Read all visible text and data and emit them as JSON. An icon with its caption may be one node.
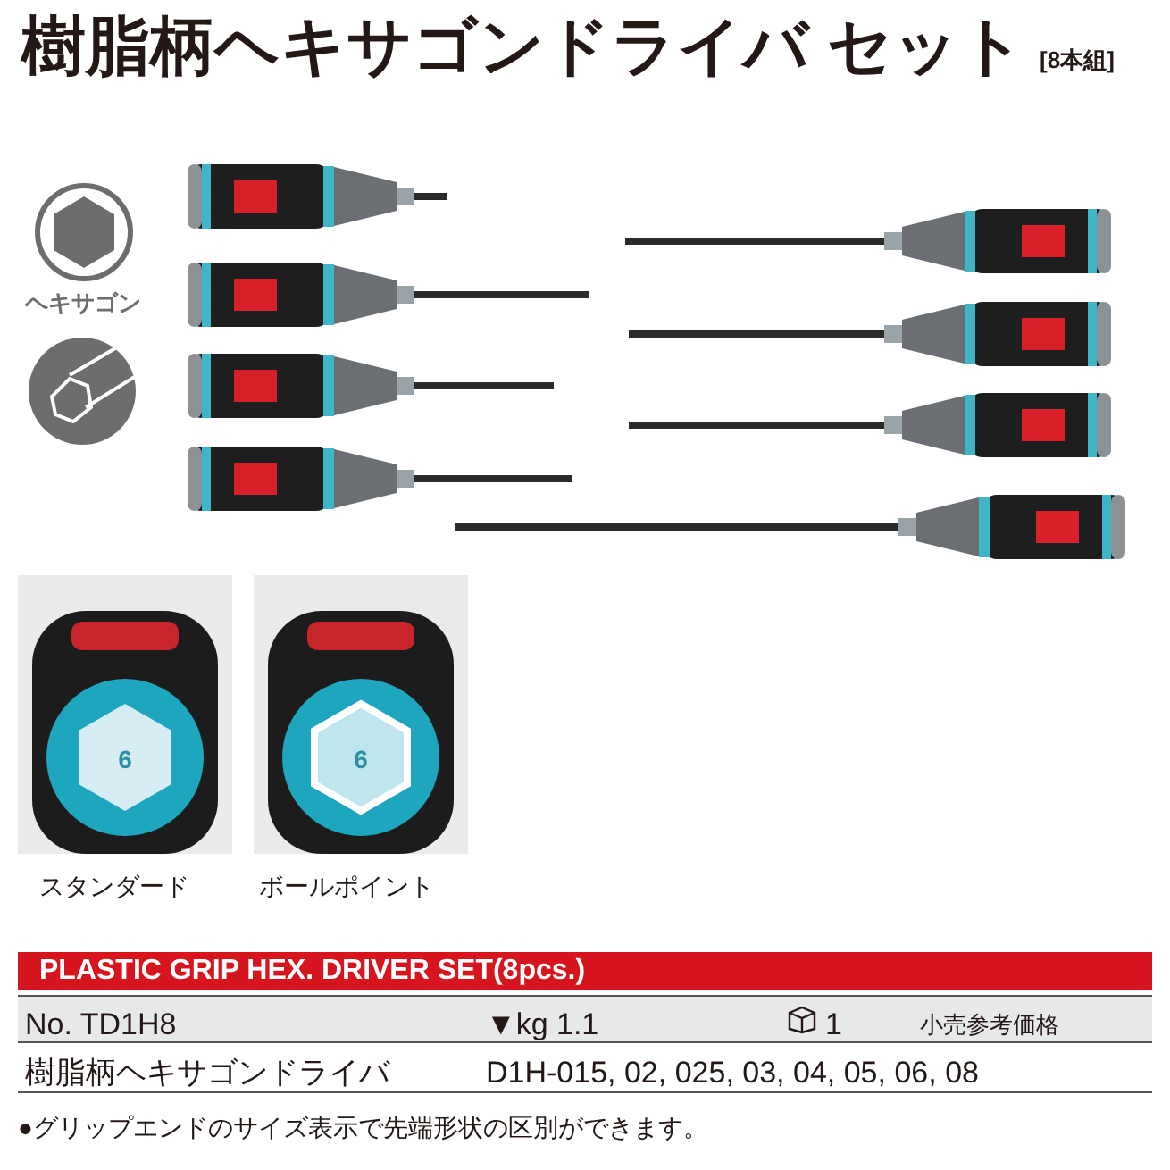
{
  "diagram": {
    "title": "樹脂柄ヘキサゴンドライバ セット",
    "labels": [
      "[8本組]",
      "ヘキサゴン",
      "6",
      "6",
      "スタンダード",
      "ボールポイント",
      "PLASTIC GRIP HEX. DRIVER SET(8pcs.)",
      "No. TD1H8",
      "▼kg 1.1",
      "1",
      "小売参考価格",
      "樹脂柄ヘキサゴンドライバ",
      "D1H-015, 02, 025, 03, 04, 05, 06, 08",
      "●グリップエンドのサイズ表示で先端形状の区別ができます。"
    ]
  }
}
